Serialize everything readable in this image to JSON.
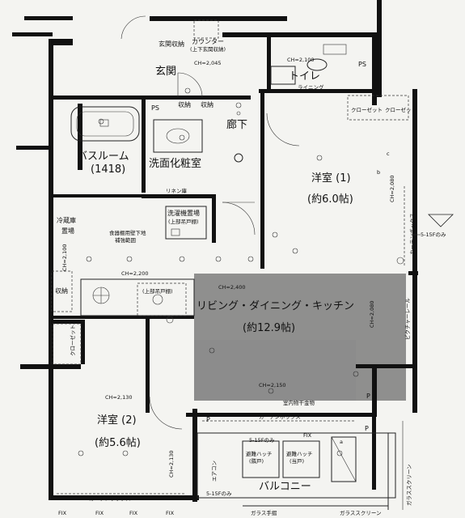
{
  "rooms": {
    "entrance_storage": "玄関収納",
    "counter": "カウンター",
    "counter_sub": "(上下玄関収納)",
    "entrance": "玄関",
    "entrance_ch": "CH=2,045",
    "toilet": "トイレ",
    "toilet_ch": "CH=2,100",
    "lining": "ライニング",
    "ps_top": "PS",
    "ps_left": "PS",
    "storage_upper": "収納",
    "storage_hall": "収納",
    "hallway": "廊下",
    "closet_right1": "クローゼット",
    "closet_right2": "クローゼット",
    "bathroom": "バスルーム",
    "bathroom_size": "(1418)",
    "washroom": "洗面化粧室",
    "linen": "リネン庫",
    "laundry": "洗濯機置場",
    "laundry_sub": "(上部吊戸棚)",
    "western1": "洋室 (1)",
    "western1_size": "(約6.0帖)",
    "western1_ch": "CH=2,080",
    "curtain_box_v": "カーテンボックス",
    "fridge": "冷蔵庫",
    "fridge2": "置場",
    "dish": "食器棚用壁下地",
    "dish2": "補強範囲",
    "ch_2100": "CH=2,100",
    "ch_2200": "CH=2,200",
    "storage_kitchen": "収納",
    "upper_cabinet": "(上部吊戸棚)",
    "ldk": "リビング・ダイニング・キッチン",
    "ldk_size": "(約12.9帖)",
    "ldk_ch": "CH=2,400",
    "ldk_ch2": "CH=2,150",
    "ldk_ch3": "CH=2,080",
    "picture_rail": "ピクチャーレール",
    "closet_left": "クローゼット",
    "western2": "洋室 (2)",
    "western2_size": "(約5.6帖)",
    "western2_ch": "CH=2,130",
    "western2_ch2": "CH=2,130",
    "curtain_box_h": "カーテンボックス",
    "curtain_box_bottom": "カーテンボックス",
    "hardware": "室内物干金物",
    "p1": "P",
    "p2": "P",
    "p3": "P",
    "balcony": "バルコニー",
    "hatch1": "避難ハッチ",
    "hatch1_sub": "(隣戸)",
    "hatch2": "避難ハッチ",
    "hatch2_sub": "(当戸)",
    "aircon": "エアコン",
    "fix_top": "FIX",
    "fix_bottom": [
      "FIX",
      "FIX",
      "FIX",
      "FIX"
    ],
    "glass_screen_right": "ガラススクリーン",
    "glass_handrail": "ガラス手摺",
    "glass_screen_bottom": "ガラススクリーン",
    "floor_note1": "5-15Fのみ",
    "floor_note2": "5-15Fのみ",
    "floor_note3": "5-15Fのみ",
    "a_mark": "a",
    "b_mark": "b",
    "c_mark": "c"
  }
}
